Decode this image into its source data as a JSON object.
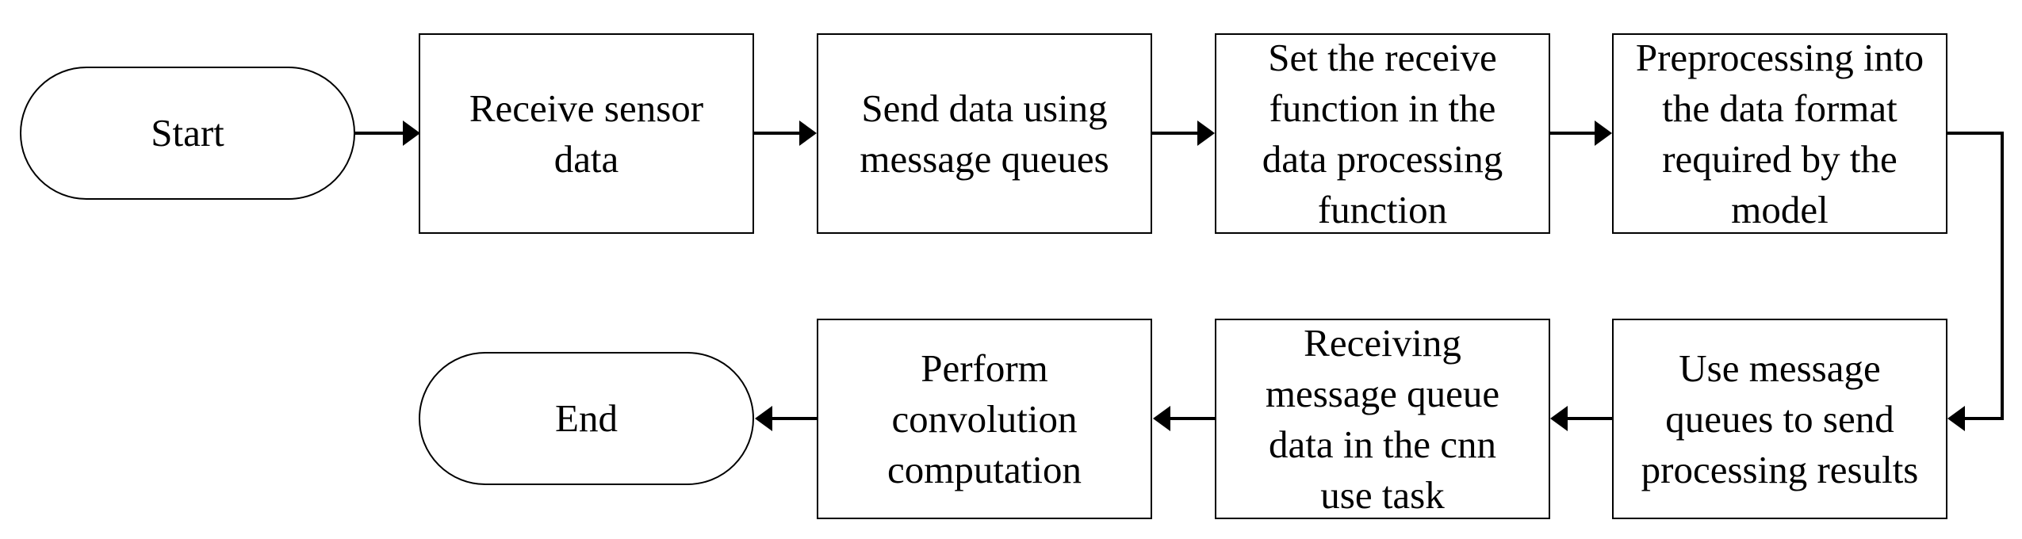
{
  "flowchart": {
    "start": "Start",
    "end": "End",
    "steps": [
      "Receive sensor data",
      "Send data using message queues",
      "Set the receive function in the data processing function",
      "Preprocessing into the data format required by the model",
      "Use message queues to send processing results",
      "Receiving message queue data in the cnn use task",
      "Perform convolution computation"
    ],
    "step_lines": [
      [
        "Receive sensor",
        "data"
      ],
      [
        "Send data using",
        "message queues"
      ],
      [
        "Set the receive",
        "function in the",
        "data processing",
        "function"
      ],
      [
        "Preprocessing into",
        "the data format",
        "required by the",
        "model"
      ],
      [
        "Use message",
        "queues to send",
        "processing results"
      ],
      [
        "Receiving",
        "message queue",
        "data in the cnn",
        "use task"
      ],
      [
        "Perform",
        "convolution",
        "computation"
      ]
    ]
  },
  "colors": {
    "stroke": "#000000",
    "fill": "#ffffff",
    "text": "#000000"
  }
}
